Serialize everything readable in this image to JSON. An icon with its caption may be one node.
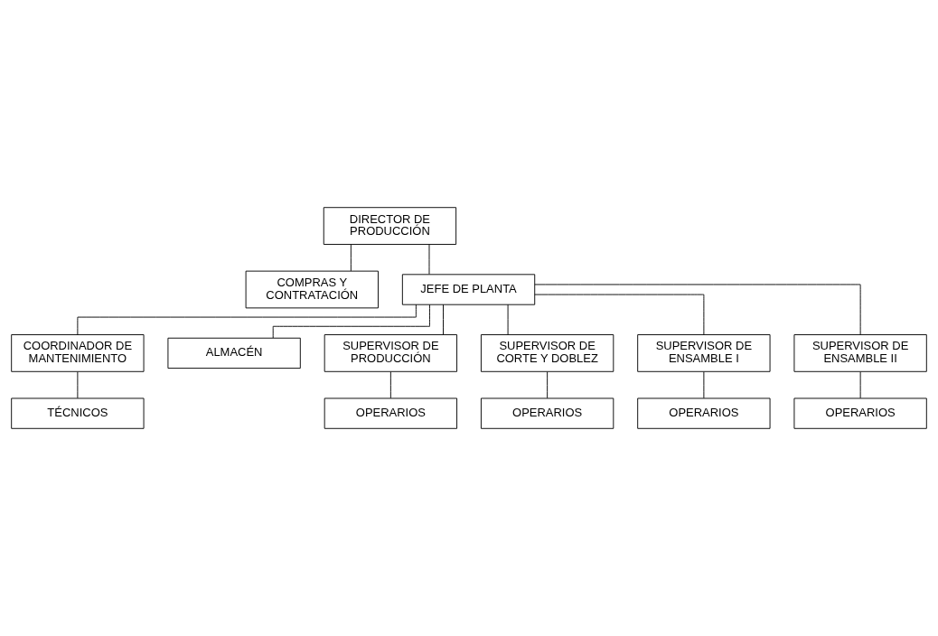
{
  "diagram": {
    "nodes": [
      {
        "text": [
          "DIRECTOR DE PRODUCCIÓN"
        ]
      },
      {
        "text": [
          "COMPRAS Y CONTRATACIÓN"
        ]
      },
      {
        "text": [
          "JEFE DE PLANTA"
        ]
      },
      {
        "text": [
          "COORDINADOR DE MANTENIMIENTO"
        ]
      },
      {
        "text": [
          "ALMACÉN"
        ]
      },
      {
        "text": [
          "TÉCNICOS"
        ]
      },
      {
        "text": [
          "SUPERVISOR DE PRODUCCIÓN"
        ]
      },
      {
        "text": [
          "SUPERVISOR DE CORTE Y DOBLEZ"
        ]
      },
      {
        "text": [
          "SUPERVISOR DE ENSAMBLE I"
        ]
      },
      {
        "text": [
          "SUPERVISOR DE ENSAMBLE II"
        ]
      },
      {
        "text": [
          "OPERARIOS"
        ]
      },
      {
        "text": [
          "OPERARIOS"
        ]
      },
      {
        "text": [
          "OPERARIOS"
        ]
      },
      {
        "text": [
          "OPERARIOS"
        ]
      }
    ],
    "edges": [
      {
        "from": 0,
        "to": 1,
        "arrow": "none"
      },
      {
        "from": 0,
        "to": 2,
        "arrow": "none"
      },
      {
        "from": 2,
        "to": 3,
        "arrow": "none"
      },
      {
        "from": 2,
        "to": 4,
        "arrow": "none"
      },
      {
        "from": 3,
        "to": 5,
        "arrow": "none"
      },
      {
        "from": 2,
        "to": 6,
        "arrow": "none"
      },
      {
        "from": 2,
        "to": 7,
        "arrow": "none"
      },
      {
        "from": 2,
        "to": 8,
        "arrow": "none"
      },
      {
        "from": 2,
        "to": 9,
        "arrow": "none"
      },
      {
        "from": 6,
        "to": 10,
        "arrow": "none"
      },
      {
        "from": 7,
        "to": 11,
        "arrow": "none"
      },
      {
        "from": 8,
        "to": 12,
        "arrow": "none"
      },
      {
        "from": 9,
        "to": 13,
        "arrow": "none"
      }
    ]
  }
}
